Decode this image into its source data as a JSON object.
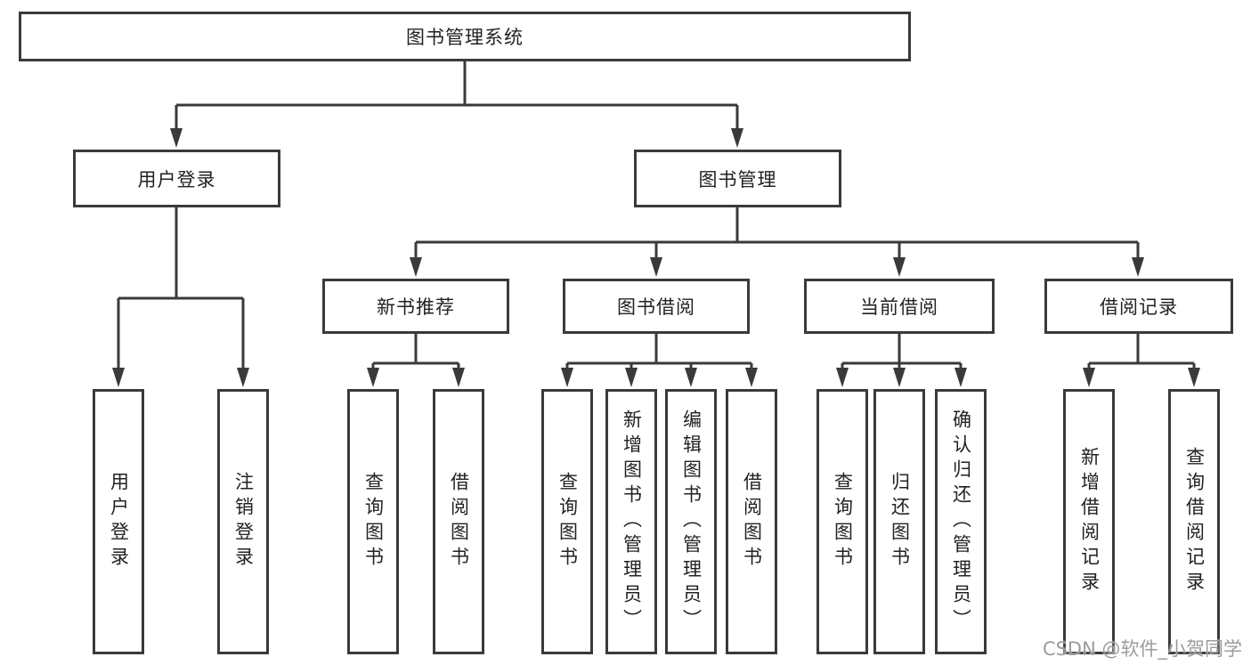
{
  "tree": {
    "label": "图书管理系统",
    "children": [
      {
        "label": "用户登录",
        "children": [
          {
            "label": "用户登录"
          },
          {
            "label": "注销登录"
          }
        ]
      },
      {
        "label": "图书管理",
        "children": [
          {
            "label": "新书推荐",
            "children": [
              {
                "label": "查询图书"
              },
              {
                "label": "借阅图书"
              }
            ]
          },
          {
            "label": "图书借阅",
            "children": [
              {
                "label": "查询图书"
              },
              {
                "label": "新增图书（管理员）"
              },
              {
                "label": "编辑图书（管理员）"
              },
              {
                "label": "借阅图书"
              }
            ]
          },
          {
            "label": "当前借阅",
            "children": [
              {
                "label": "查询图书"
              },
              {
                "label": "归还图书"
              },
              {
                "label": "确认归还（管理员）"
              }
            ]
          },
          {
            "label": "借阅记录",
            "children": [
              {
                "label": "新增借阅记录"
              },
              {
                "label": "查询借阅记录"
              }
            ]
          }
        ]
      }
    ]
  },
  "watermark": "CSDN @软件_小贺同学",
  "colors": {
    "line": "#3a3a3a",
    "text": "#222222",
    "background": "#ffffff",
    "watermark": "#949494"
  }
}
